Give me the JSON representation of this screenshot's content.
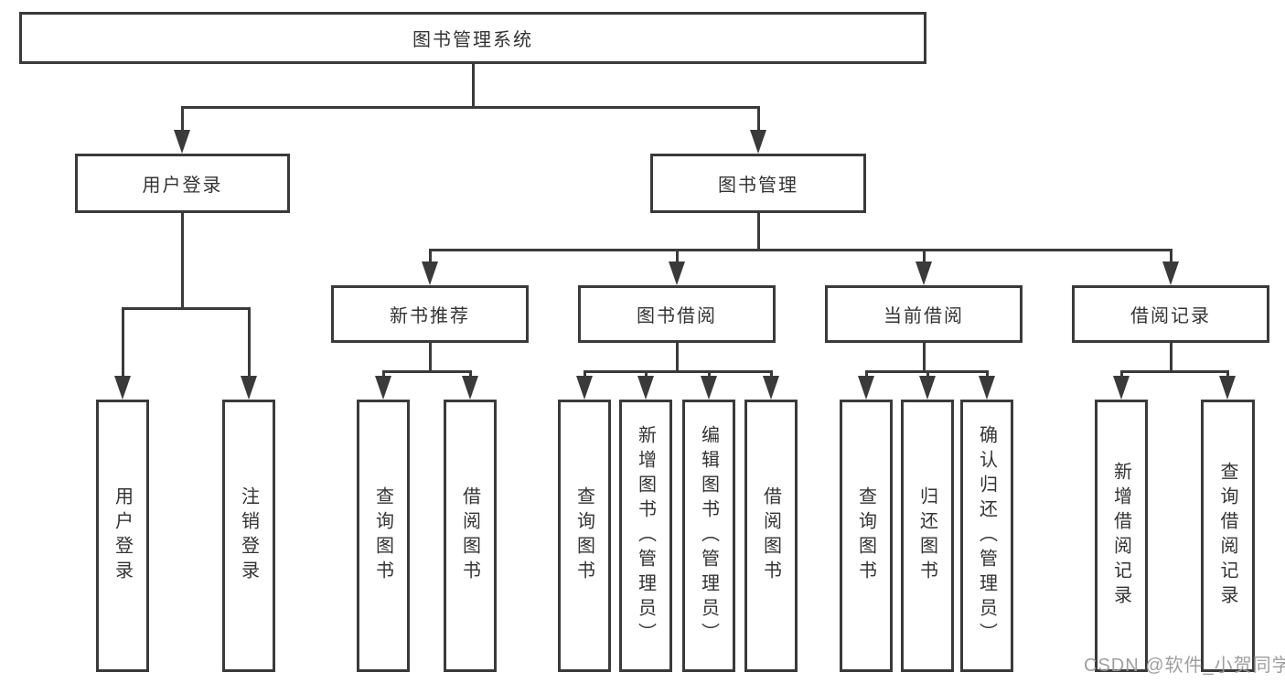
{
  "tree": {
    "label": "图书管理系统",
    "children": [
      {
        "label": "用户登录",
        "children": [
          {
            "label": "用户登录"
          },
          {
            "label": "注销登录"
          }
        ]
      },
      {
        "label": "图书管理",
        "children": [
          {
            "label": "新书推荐",
            "children": [
              {
                "label": "查询图书"
              },
              {
                "label": "借阅图书"
              }
            ]
          },
          {
            "label": "图书借阅",
            "children": [
              {
                "label": "查询图书"
              },
              {
                "label": "新增图书（管理员）"
              },
              {
                "label": "编辑图书（管理员）"
              },
              {
                "label": "借阅图书"
              }
            ]
          },
          {
            "label": "当前借阅",
            "children": [
              {
                "label": "查询图书"
              },
              {
                "label": "归还图书"
              },
              {
                "label": "确认归还（管理员）"
              }
            ]
          },
          {
            "label": "借阅记录",
            "children": [
              {
                "label": "新增借阅记录"
              },
              {
                "label": "查询借阅记录"
              }
            ]
          }
        ]
      }
    ]
  },
  "watermark": {
    "text": "CSDN @软件_小贺同学"
  },
  "colors": {
    "line": "#3A3A3A",
    "text": "#333333",
    "background": "#FFFFFF",
    "watermark": "#9A9A9A"
  }
}
